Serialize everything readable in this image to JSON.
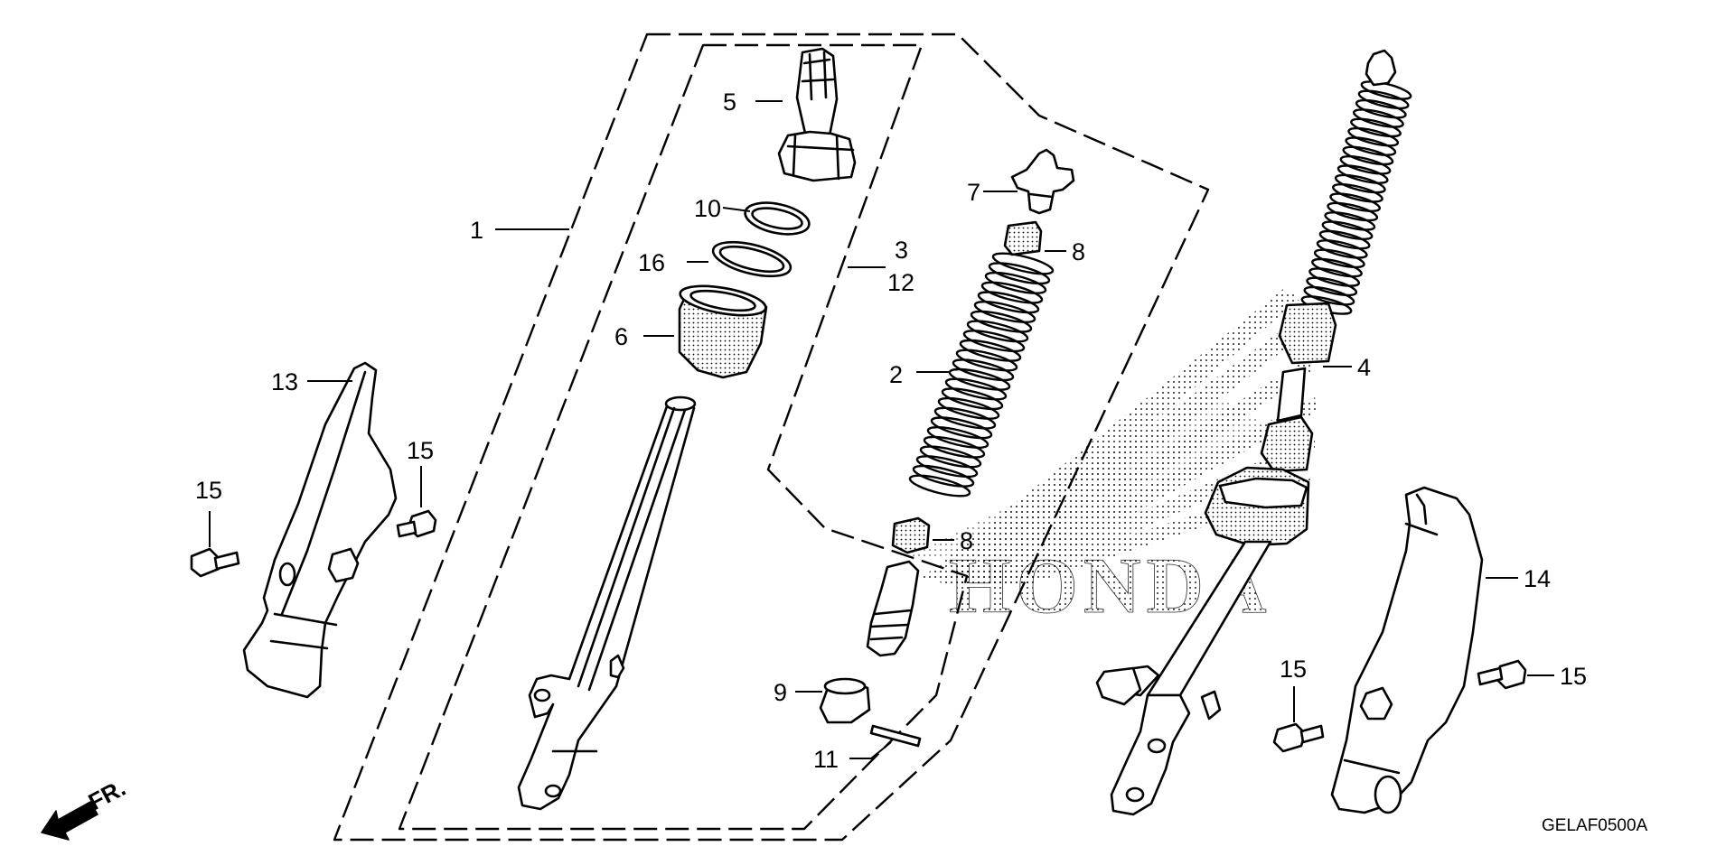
{
  "diagram": {
    "code": "GELAF0500A",
    "watermark": "HONDA",
    "direction_label": "FR.",
    "callouts": [
      {
        "id": "c1",
        "label": "1"
      },
      {
        "id": "c2",
        "label": "2"
      },
      {
        "id": "c3",
        "label": "3"
      },
      {
        "id": "c12",
        "label": "12"
      },
      {
        "id": "c4",
        "label": "4"
      },
      {
        "id": "c5",
        "label": "5"
      },
      {
        "id": "c6",
        "label": "6"
      },
      {
        "id": "c7",
        "label": "7"
      },
      {
        "id": "c8a",
        "label": "8"
      },
      {
        "id": "c8b",
        "label": "8"
      },
      {
        "id": "c9",
        "label": "9"
      },
      {
        "id": "c10",
        "label": "10"
      },
      {
        "id": "c11",
        "label": "11"
      },
      {
        "id": "c13",
        "label": "13"
      },
      {
        "id": "c14",
        "label": "14"
      },
      {
        "id": "c15a",
        "label": "15"
      },
      {
        "id": "c15b",
        "label": "15"
      },
      {
        "id": "c15c",
        "label": "15"
      },
      {
        "id": "c15d",
        "label": "15"
      },
      {
        "id": "c16",
        "label": "16"
      }
    ]
  }
}
